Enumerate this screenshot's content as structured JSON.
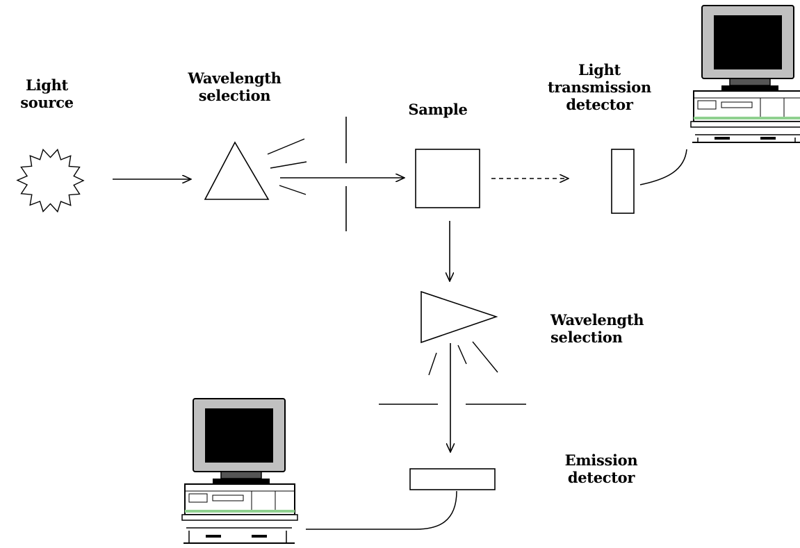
{
  "labels": {
    "light_source": [
      "Light",
      "source"
    ],
    "wavelength_selection_1": [
      "Wavelength",
      "selection"
    ],
    "sample": "Sample",
    "light_transmission_detector": [
      "Light",
      "transmission",
      "detector"
    ],
    "wavelength_selection_2": [
      "Wavelength",
      "selection"
    ],
    "emission_detector": [
      "Emission",
      "detector"
    ]
  },
  "colors": {
    "line": "#000000",
    "background": "#ffffff",
    "monitor_case": "#c0c0c0",
    "screen": "#000000",
    "accent_stripe": "#8fd08f"
  },
  "icons": [
    "light-source-starburst-icon",
    "prism-icon",
    "computer-icon"
  ]
}
